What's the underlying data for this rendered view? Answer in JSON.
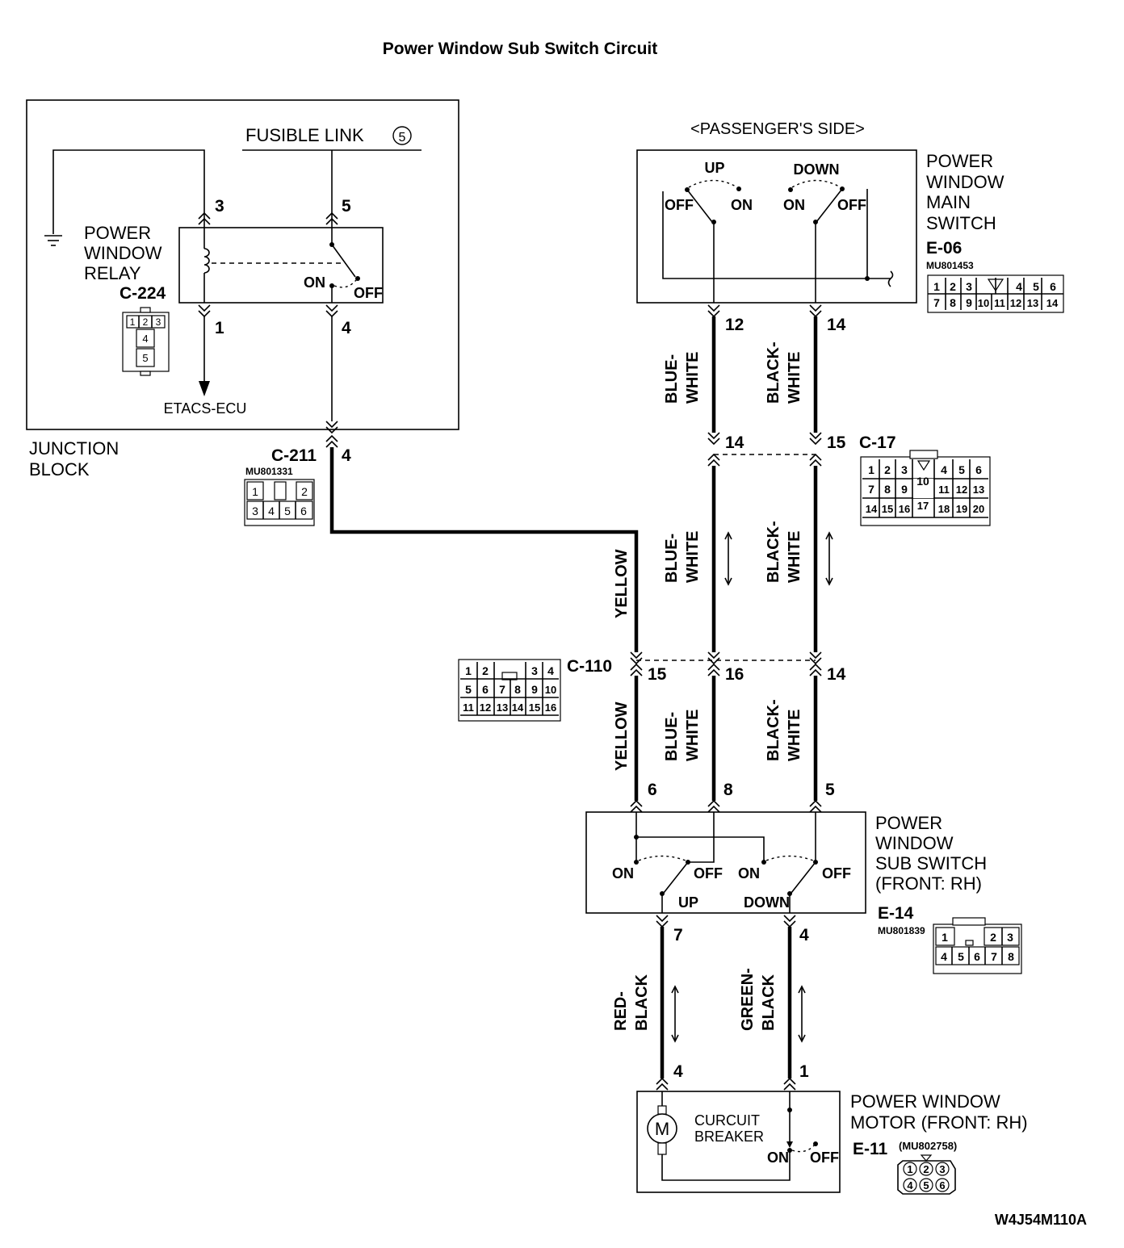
{
  "title": "Power Window Sub Switch Circuit",
  "figure_code": "W4J54M110A",
  "junction_block": {
    "label_line1": "JUNCTION",
    "label_line2": "BLOCK",
    "fusible_link": "FUSIBLE LINK",
    "fusible_link_number": "5",
    "relay_line1": "POWER",
    "relay_line2": "WINDOW",
    "relay_line3": "RELAY",
    "relay_connector": "C-224",
    "relay_on": "ON",
    "relay_off": "OFF",
    "etacs": "ETACS-ECU",
    "pins": {
      "p3": "3",
      "p5": "5",
      "p1": "1",
      "p4": "4"
    },
    "c224_cells": [
      "1",
      "2",
      "3",
      "4",
      "5"
    ]
  },
  "c211": {
    "label": "C-211",
    "part": "MU801331",
    "pin": "4",
    "cells": [
      "1",
      "2",
      "3",
      "4",
      "5",
      "6"
    ]
  },
  "main_switch": {
    "side": "<PASSENGER'S SIDE>",
    "label_line1": "POWER",
    "label_line2": "WINDOW",
    "label_line3": "MAIN",
    "label_line4": "SWITCH",
    "connector": "E-06",
    "part": "MU801453",
    "up": "UP",
    "down": "DOWN",
    "off_left": "OFF",
    "on_left": "ON",
    "on_right": "ON",
    "off_right": "OFF",
    "pin12": "12",
    "pin14": "14",
    "cells": [
      "1",
      "2",
      "3",
      "4",
      "5",
      "6",
      "7",
      "8",
      "9",
      "10",
      "11",
      "12",
      "13",
      "14"
    ]
  },
  "c17": {
    "label": "C-17",
    "pin14": "14",
    "pin15": "15",
    "cells": [
      "1",
      "2",
      "3",
      "10",
      "4",
      "5",
      "6",
      "7",
      "8",
      "9",
      "11",
      "12",
      "13",
      "14",
      "15",
      "16",
      "17",
      "18",
      "19",
      "20"
    ]
  },
  "c110": {
    "label": "C-110",
    "pin15": "15",
    "pin16": "16",
    "pin14": "14",
    "cells": [
      "1",
      "2",
      "3",
      "4",
      "5",
      "6",
      "7",
      "8",
      "9",
      "10",
      "11",
      "12",
      "13",
      "14",
      "15",
      "16"
    ]
  },
  "wires": {
    "blue_white_1": "BLUE-",
    "blue_white_2": "WHITE",
    "black_white_1": "BLACK-",
    "black_white_2": "WHITE",
    "yellow": "YELLOW",
    "red_black_1": "RED-",
    "red_black_2": "BLACK",
    "green_black_1": "GREEN-",
    "green_black_2": "BLACK"
  },
  "sub_switch": {
    "label_line1": "POWER",
    "label_line2": "WINDOW",
    "label_line3": "SUB SWITCH",
    "label_line4": "(FRONT: RH)",
    "connector": "E-14",
    "part": "MU801839",
    "on_left": "ON",
    "off_left": "OFF",
    "on_right": "ON",
    "off_right": "OFF",
    "up": "UP",
    "down": "DOWN",
    "pin6": "6",
    "pin8": "8",
    "pin5": "5",
    "pin7": "7",
    "pin4": "4",
    "cells": [
      "1",
      "2",
      "3",
      "4",
      "5",
      "6",
      "7",
      "8"
    ]
  },
  "motor": {
    "label_line1": "POWER WINDOW",
    "label_line2": "MOTOR (FRONT: RH)",
    "connector": "E-11",
    "part": "(MU802758)",
    "motor_symbol": "M",
    "breaker_line1": "CURCUIT",
    "breaker_line2": "BREAKER",
    "on": "ON",
    "off": "OFF",
    "pin4": "4",
    "pin1": "1",
    "cells": [
      "1",
      "2",
      "3",
      "4",
      "5",
      "6"
    ]
  },
  "icons": [
    "ground-icon",
    "coil-icon",
    "relay-switch-icon",
    "motor-icon",
    "breaker-icon",
    "connector-arrow-icon",
    "bidirectional-arrow-icon"
  ]
}
